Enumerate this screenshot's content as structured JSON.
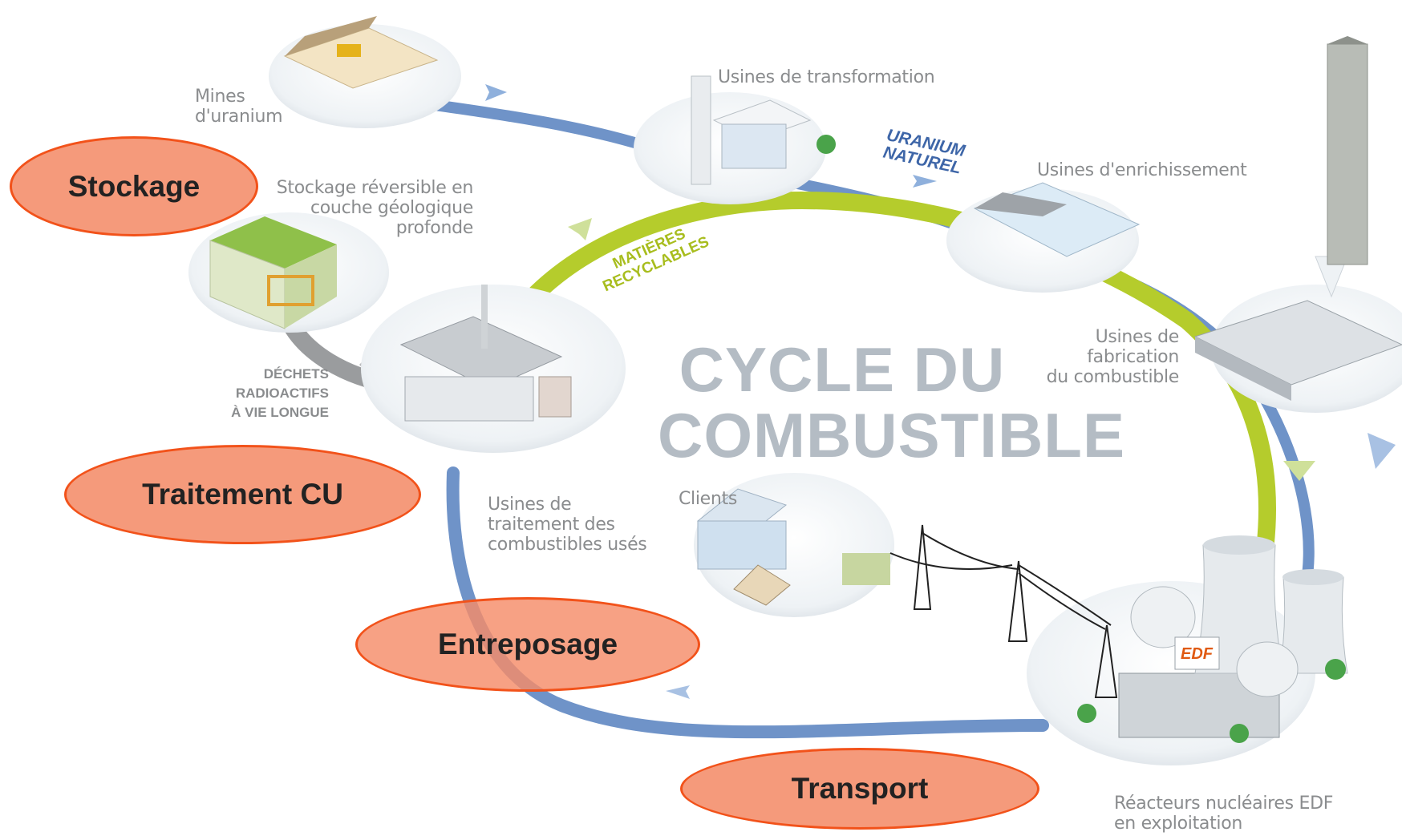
{
  "title": {
    "line1": "CYCLE DU",
    "line2": "COMBUSTIBLE"
  },
  "stations": {
    "mines": [
      "Mines",
      "d'uranium"
    ],
    "transformation": [
      "Usines de transformation"
    ],
    "enrichissement": [
      "Usines d'enrichissement"
    ],
    "fabrication": [
      "Usines de",
      "fabrication",
      "du combustible"
    ],
    "stockage_reversible": [
      "Stockage réversible en",
      "couche géologique",
      "profonde"
    ],
    "traitement": [
      "Usines de",
      "traitement des",
      "combustibles usés"
    ],
    "clients": [
      "Clients"
    ],
    "reacteurs": [
      "Réacteurs nucléaires EDF",
      "en exploitation"
    ]
  },
  "flow_labels": {
    "uranium_naturel": [
      "URANIUM",
      "NATUREL"
    ],
    "matieres_recyclables": [
      "MATIÈRES",
      "RECYCLABLES"
    ],
    "dechets": [
      "DÉCHETS",
      "RADIOACTIFS",
      "À VIE LONGUE"
    ]
  },
  "logo_text": "EDF",
  "annotations": {
    "stockage": "Stockage",
    "traitement_cu": "Traitement CU",
    "entreposage": "Entreposage",
    "transport": "Transport"
  },
  "colors": {
    "blue_path": "#6f93c8",
    "green_path": "#b5cc2c",
    "grey_path": "#9a9c9e",
    "oval_fill": "#f59a7b",
    "oval_border": "#f2521a",
    "title": "#b4bcc4",
    "label": "#8a8c8e"
  }
}
